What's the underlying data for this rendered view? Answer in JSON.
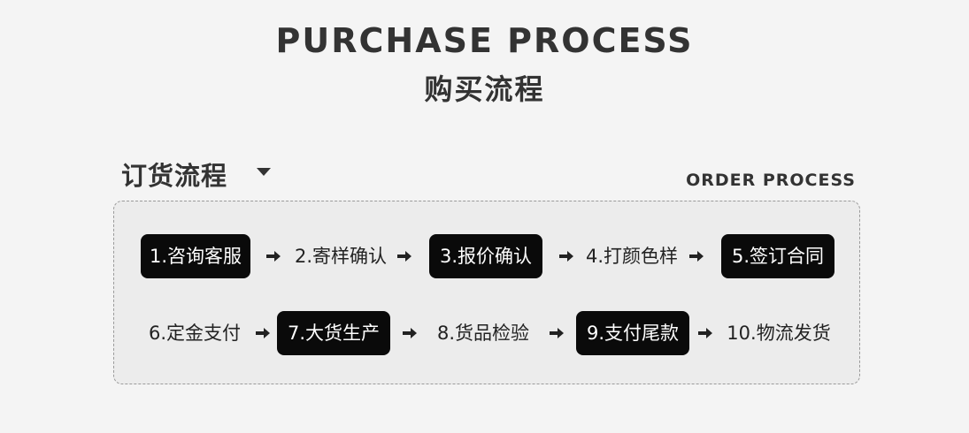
{
  "header": {
    "title_en": "PURCHASE PROCESS",
    "title_cn": "购买流程"
  },
  "section": {
    "title_cn": "订货流程",
    "title_en": "ORDER PROCESS"
  },
  "steps": [
    {
      "label": "1.咨询客服",
      "highlighted": true
    },
    {
      "label": "2.寄样确认",
      "highlighted": false
    },
    {
      "label": "3.报价确认",
      "highlighted": true
    },
    {
      "label": "4.打颜色样",
      "highlighted": false
    },
    {
      "label": "5.签订合同",
      "highlighted": true
    },
    {
      "label": "6.定金支付",
      "highlighted": false
    },
    {
      "label": "7.大货生产",
      "highlighted": true
    },
    {
      "label": "8.货品检验",
      "highlighted": false
    },
    {
      "label": "9.支付尾款",
      "highlighted": true
    },
    {
      "label": "10.物流发货",
      "highlighted": false
    }
  ],
  "colors": {
    "highlight_bg": "#0a0a0a",
    "highlight_text": "#ffffff",
    "text": "#222222"
  }
}
